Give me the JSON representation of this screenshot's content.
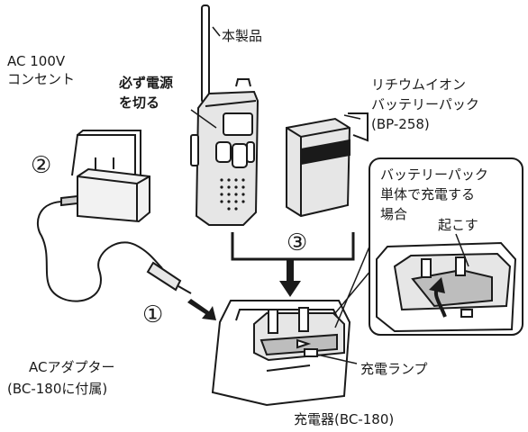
{
  "labels": {
    "outlet_line1": "AC 100V",
    "outlet_line2": "コンセント",
    "product": "本製品",
    "power_off_line1": "必ず電源",
    "power_off_line2": "を切る",
    "battery_line1": "リチウムイオン",
    "battery_line2": "バッテリーパック",
    "battery_line3": "(BP-258)",
    "single_line1": "バッテリーパック",
    "single_line2": "単体で充電する",
    "single_line3": "場合",
    "raise": "起こす",
    "adapter_line1": "ACアダプター",
    "adapter_line2": "(BC-180に付属)",
    "charge_lamp": "充電ランプ",
    "charger": "充電器(BC-180)"
  },
  "steps": {
    "one": "①",
    "two": "②",
    "three": "③"
  },
  "colors": {
    "line": "#1a1a1a",
    "light_gray": "#e6e6e6",
    "mid_gray": "#bdbdbd",
    "dark_gray": "#6e6e6e"
  }
}
